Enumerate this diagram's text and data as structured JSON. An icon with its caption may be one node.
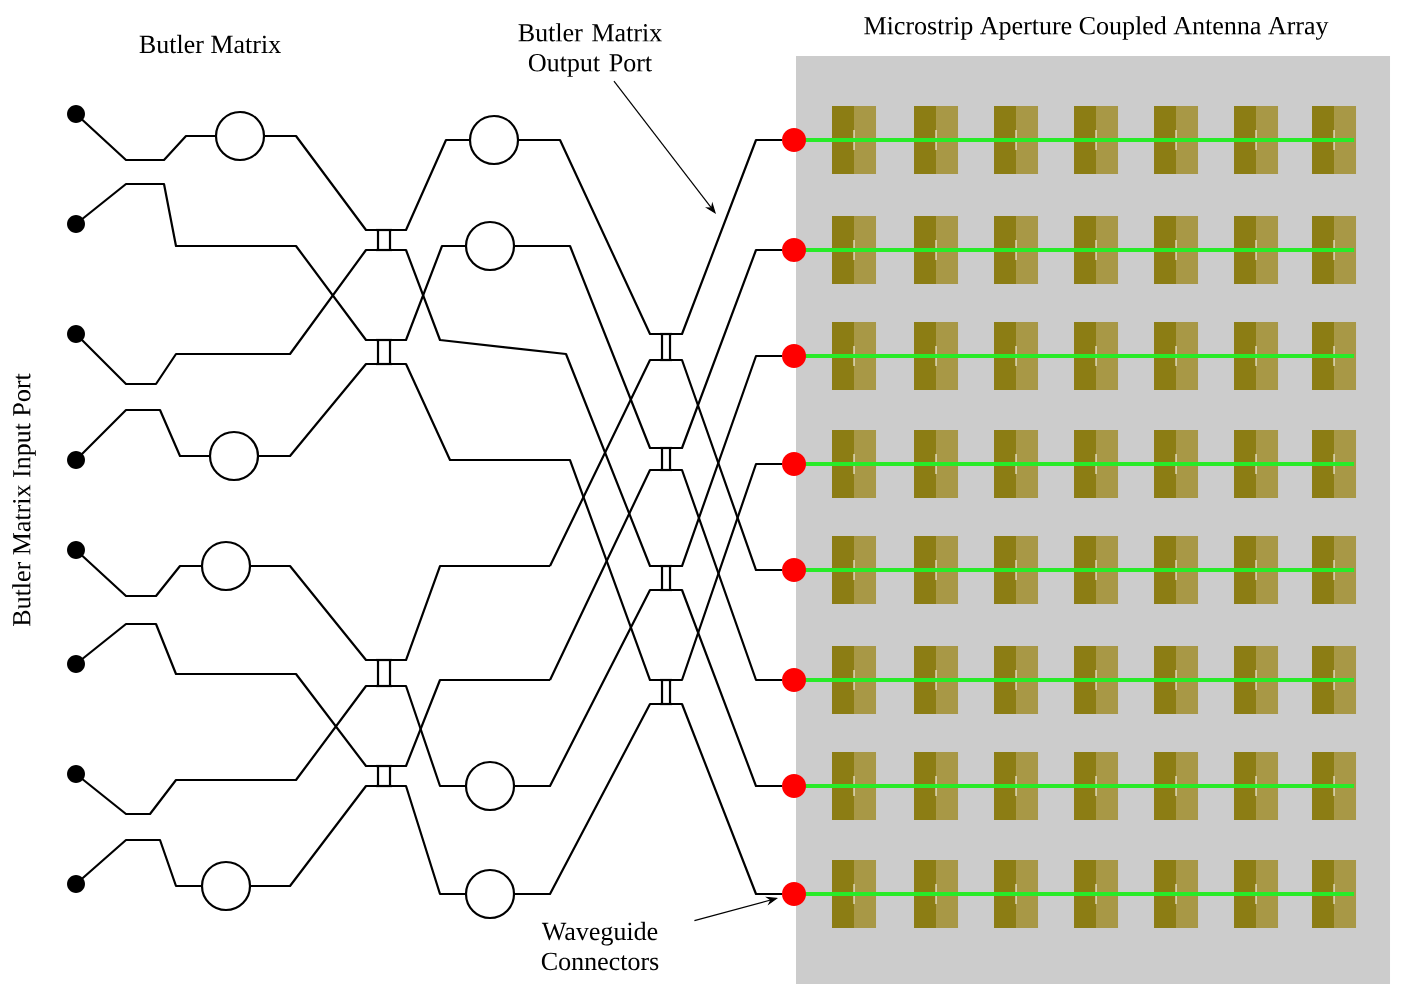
{
  "diagram": {
    "nodes": [
      {
        "text": [
          "Butler Matrix Output Port"
        ]
      },
      {
        "text": [
          "Waveguide Connectors"
        ]
      }
    ],
    "edges": [
      {
        "from": 0,
        "to": null,
        "arrow": "to"
      },
      {
        "from": 1,
        "to": null,
        "arrow": "to"
      }
    ],
    "labels": [
      "Butler Matrix",
      "Microstrip Aperture Coupled Antenna Array",
      "Butler Matrix Input Port"
    ]
  }
}
